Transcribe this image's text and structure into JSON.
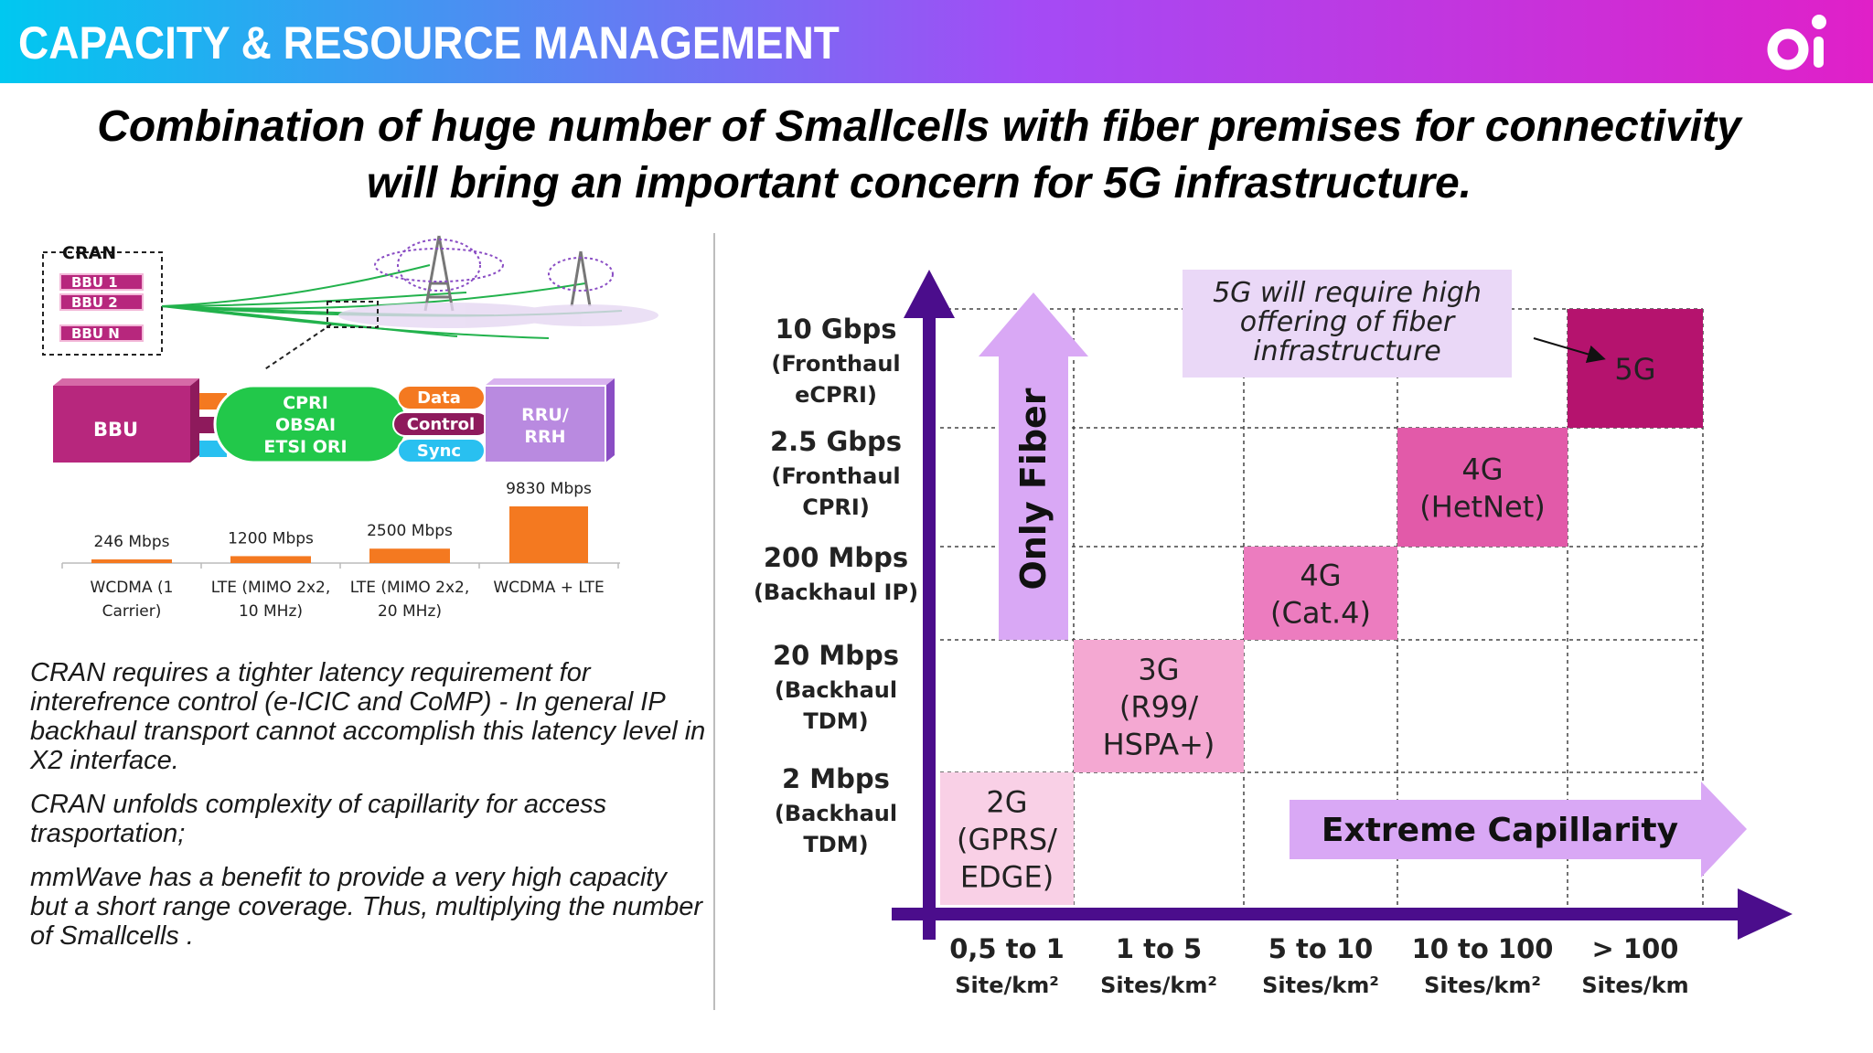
{
  "header": {
    "title": "CAPACITY & RESOURCE MANAGEMENT",
    "logo_text": "oi",
    "gradient_start": "#00c8f0",
    "gradient_mid": "#a44bf5",
    "gradient_end": "#e020c8"
  },
  "subtitle": {
    "line1": "Combination of huge number of Smallcells with fiber premises for connectivity",
    "line2": "will bring an important concern for 5G infrastructure."
  },
  "cran": {
    "label": "CRAN",
    "bbu_items": [
      "BBU 1",
      "BBU 2",
      "BBU N"
    ],
    "bbu_label": "BBU",
    "cpri_lines": [
      "CPRI",
      "OBSAI",
      "ETSI ORI"
    ],
    "channels": [
      "Data",
      "Control",
      "Sync"
    ],
    "rru_lines": [
      "RRU/",
      "RRH"
    ],
    "bar_chart": {
      "type": "bar",
      "categories": [
        [
          "WCDMA (1",
          "Carrier)"
        ],
        [
          "LTE (MIMO 2x2,",
          "10 MHz)"
        ],
        [
          "LTE (MIMO 2x2,",
          "20 MHz)"
        ],
        [
          "WCDMA + LTE"
        ]
      ],
      "values": [
        246,
        1200,
        2500,
        9830
      ],
      "value_labels": [
        "246 Mbps",
        "1200 Mbps",
        "2500 Mbps",
        "9830 Mbps"
      ],
      "bar_color": "#f47920"
    }
  },
  "notes": [
    "CRAN requires a tighter latency requirement for interefrence control (e-ICIC and CoMP) -  In general IP backhaul transport cannot accomplish this latency level in X2 interface.",
    "CRAN unfolds complexity of capillarity for access trasportation;",
    "mmWave has a benefit to provide a very high capacity but a short range coverage. Thus,  multiplying the number of Smallcells ."
  ],
  "matrix": {
    "y_levels": [
      {
        "value": "10 Gbps",
        "sub": [
          "(Fronthaul",
          "eCPRI)"
        ]
      },
      {
        "value": "2.5 Gbps",
        "sub": [
          "(Fronthaul",
          "CPRI)"
        ]
      },
      {
        "value": "200 Mbps",
        "sub": [
          "(Backhaul IP)"
        ]
      },
      {
        "value": "20 Mbps",
        "sub": [
          "(Backhaul",
          "TDM)"
        ]
      },
      {
        "value": "2 Mbps",
        "sub": [
          "(Backhaul",
          "TDM)"
        ]
      }
    ],
    "x_levels": [
      {
        "value": "0,5 to 1",
        "unit": "Site/km²"
      },
      {
        "value": "1 to 5",
        "unit": "Sites/km²"
      },
      {
        "value": "5 to 10",
        "unit": "Sites/km²"
      },
      {
        "value": "10 to 100",
        "unit": "Sites/km²"
      },
      {
        "value": "> 100",
        "unit": "Sites/km"
      }
    ],
    "cells": [
      {
        "lines": [
          "2G",
          "(GPRS/",
          "EDGE)"
        ],
        "col": 0,
        "row": 4,
        "color": "#f9d0e6"
      },
      {
        "lines": [
          "3G",
          "(R99/",
          "HSPA+)"
        ],
        "col": 1,
        "row": 3,
        "color": "#f4a8d2"
      },
      {
        "lines": [
          "4G",
          "(Cat.4)"
        ],
        "col": 2,
        "row": 2,
        "color": "#ec7cbf"
      },
      {
        "lines": [
          "4G",
          "(HetNet)"
        ],
        "col": 3,
        "row": 1,
        "color": "#e25aa9"
      },
      {
        "lines": [
          "5G"
        ],
        "col": 4,
        "row": 0,
        "color": "#b5136e"
      }
    ],
    "only_fiber": "Only Fiber",
    "extreme_capillarity": "Extreme Capillarity",
    "note_lines": [
      "5G will require high",
      "offering of fiber",
      "infrastructure"
    ],
    "axis_color": "#4b0d8c",
    "arrow_color": "#d9a8f5"
  }
}
